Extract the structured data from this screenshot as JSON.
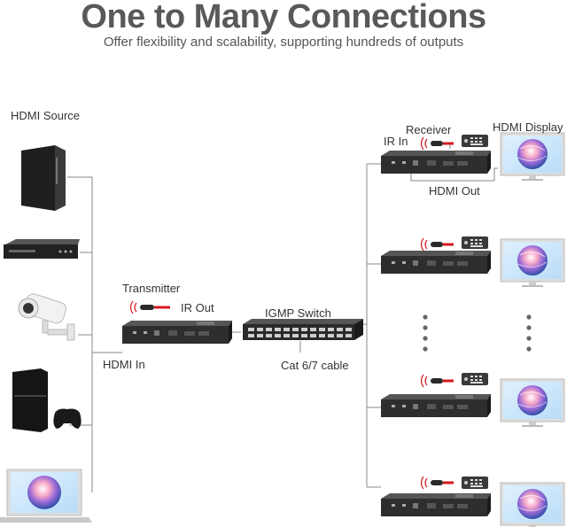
{
  "header": {
    "title": "One to Many Connections",
    "subtitle": "Offer flexibility and scalability, supporting hundreds of outputs"
  },
  "labels": {
    "hdmi_source": "HDMI Source",
    "transmitter": "Transmitter",
    "ir_out": "IR Out",
    "hdmi_in": "HDMI In",
    "igmp_switch": "IGMP Switch",
    "cat_cable": "Cat 6/7 cable",
    "receiver": "Receiver",
    "ir_in": "IR In",
    "hdmi_display": "HDMI Display",
    "hdmi_out": "HDMI Out"
  },
  "icons": {
    "sources": [
      "desktop-tower-icon",
      "dvd-player-icon",
      "security-camera-icon",
      "game-console-icon",
      "laptop-icon"
    ],
    "transmitter": "transmitter-box-icon",
    "switch": "network-switch-icon",
    "receiver": "receiver-box-icon",
    "display": "monitor-icon",
    "remote": "remote-control-icon",
    "ir_emitter": "ir-emitter-icon",
    "ir_receiver": "ir-receiver-icon",
    "ellipsis": "vertical-ellipsis-icon"
  },
  "colors": {
    "title": "#58595b",
    "device": "#2b2b2b",
    "line": "#8a8a8a",
    "screen_bg": "#cfe9ff",
    "ir_red": "#d71920"
  }
}
